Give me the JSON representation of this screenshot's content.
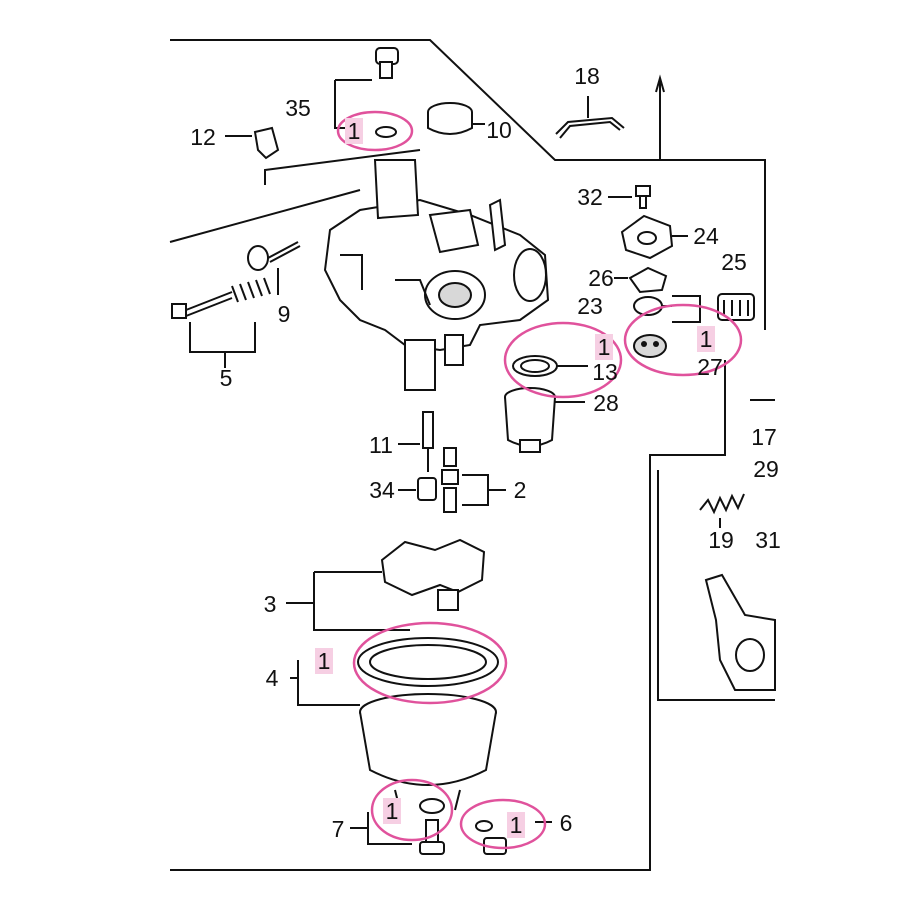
{
  "callouts": {
    "c35": "35",
    "c12": "12",
    "c10": "10",
    "c18": "18",
    "c32": "32",
    "c24": "24",
    "c25": "25",
    "c26": "26",
    "c23": "23",
    "c27": "27",
    "c13": "13",
    "c28": "28",
    "c9": "9",
    "c5": "5",
    "c11": "11",
    "c34": "34",
    "c2": "2",
    "c17": "17",
    "c29": "29",
    "c19": "19",
    "c31": "31",
    "c3": "3",
    "c4": "4",
    "c7": "7",
    "c6": "6"
  },
  "kit_markers": {
    "k35": "1",
    "k13": "1",
    "k27": "1",
    "k4": "1",
    "k7": "1",
    "k6": "1"
  },
  "colors": {
    "highlight_ring": "#e0529c",
    "kit_marker_fill": "#f6cfe3",
    "line_art": "#111111"
  }
}
